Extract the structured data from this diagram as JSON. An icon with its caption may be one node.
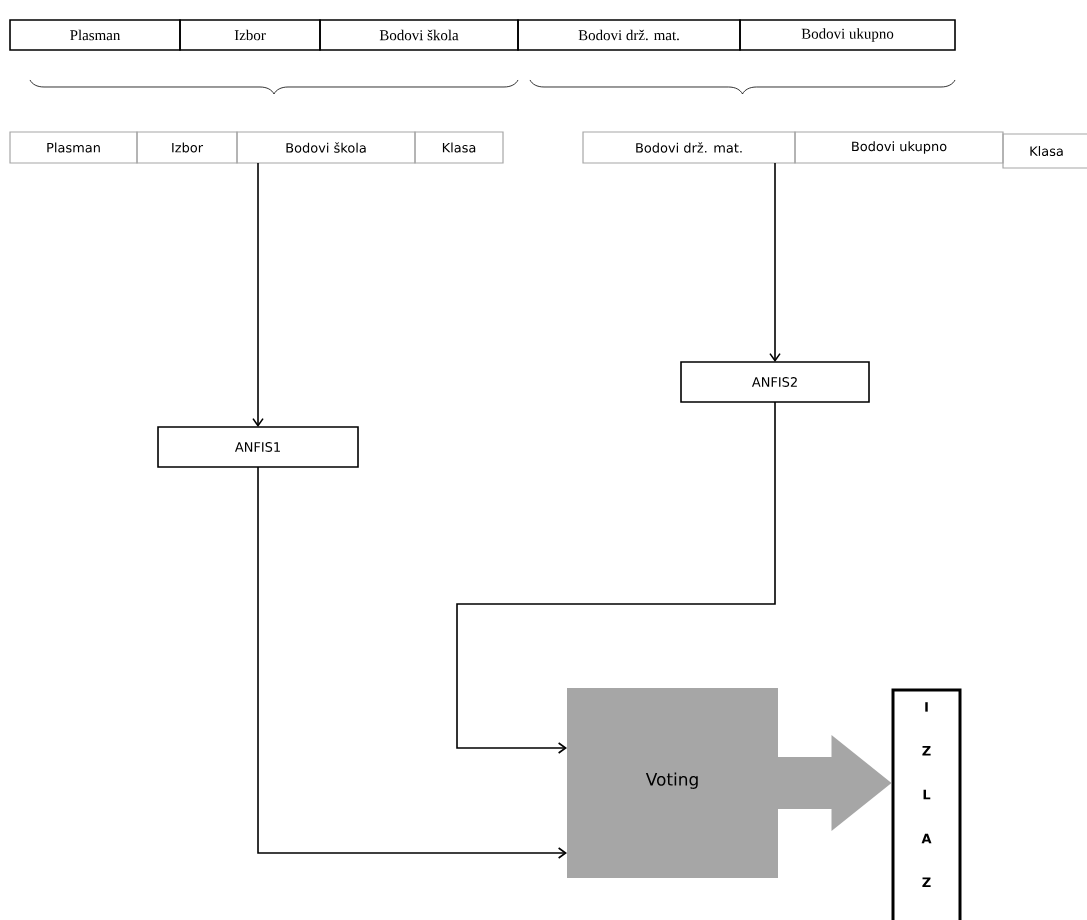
{
  "diagram": {
    "nodes": [
      {
        "text": [
          "Plasman"
        ]
      },
      {
        "text": [
          "Izbor"
        ]
      },
      {
        "text": [
          "Bodovi škola"
        ]
      },
      {
        "text": [
          "Bodovi drž. mat."
        ]
      },
      {
        "text": [
          "Bodovi ukupno"
        ]
      },
      {
        "text": [
          "Plasman"
        ]
      },
      {
        "text": [
          "Izbor"
        ]
      },
      {
        "text": [
          "Bodovi škola"
        ]
      },
      {
        "text": [
          "Klasa"
        ]
      },
      {
        "text": [
          "Bodovi drž. mat."
        ]
      },
      {
        "text": [
          "Bodovi ukupno"
        ]
      },
      {
        "text": [
          "Klasa"
        ]
      },
      {
        "text": [
          "ANFIS1"
        ]
      },
      {
        "text": [
          "ANFIS2"
        ]
      },
      {
        "text": [
          "Voting"
        ]
      },
      {
        "text": [
          "I Z L A Z"
        ]
      }
    ],
    "edges": [
      {
        "from": 7,
        "to": 12,
        "arrow": "to"
      },
      {
        "from": 9,
        "to": 13,
        "arrow": "to"
      },
      {
        "from": 12,
        "to": 14,
        "arrow": "to"
      },
      {
        "from": 13,
        "to": 14,
        "arrow": "to"
      },
      {
        "from": 14,
        "to": 15,
        "arrow": "to",
        "style": "thick",
        "color": "#a6a6a6"
      }
    ]
  }
}
